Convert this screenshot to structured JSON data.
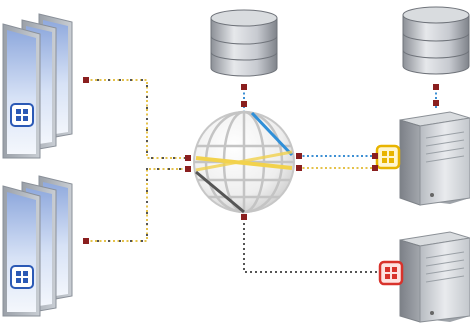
{
  "diagram": {
    "nodes": [
      {
        "id": "client-stack-top",
        "kind": "client-stack",
        "icon": "windows-logo-icon",
        "badge_color": "#2b59b5"
      },
      {
        "id": "client-stack-bottom",
        "kind": "client-stack",
        "icon": "windows-logo-icon",
        "badge_color": "#2b59b5"
      },
      {
        "id": "database-left",
        "kind": "database"
      },
      {
        "id": "database-right",
        "kind": "database"
      },
      {
        "id": "network-globe",
        "kind": "network-sphere"
      },
      {
        "id": "server-top",
        "kind": "server",
        "badge_color": "#e8b400"
      },
      {
        "id": "server-bottom",
        "kind": "server",
        "badge_color": "#d8322b"
      }
    ],
    "links": [
      {
        "from": "client-stack-top",
        "to": "network-globe",
        "color": "#e5c24a",
        "style": "dotted"
      },
      {
        "from": "client-stack-bottom",
        "to": "network-globe",
        "color": "#e5c24a",
        "style": "dotted"
      },
      {
        "from": "database-left",
        "to": "network-globe",
        "color": "#3c8fd3",
        "style": "dotted"
      },
      {
        "from": "database-right",
        "to": "server-top",
        "color": "#3c8fd3",
        "style": "dotted"
      },
      {
        "from": "network-globe",
        "to": "server-top",
        "color": "#3c8fd3",
        "style": "dotted"
      },
      {
        "from": "network-globe",
        "to": "server-top",
        "color": "#e5c24a",
        "style": "dotted"
      },
      {
        "from": "network-globe",
        "to": "server-bottom",
        "color": "#555555",
        "style": "dotted"
      }
    ],
    "colors": {
      "connector_dot": "#8a1f1f",
      "link_yellow": "#e5c24a",
      "link_blue": "#3c8fd3",
      "link_gray": "#555555",
      "globe_highlight_blue": "#2f8fd8",
      "globe_highlight_yellow": "#f2d24d"
    }
  }
}
